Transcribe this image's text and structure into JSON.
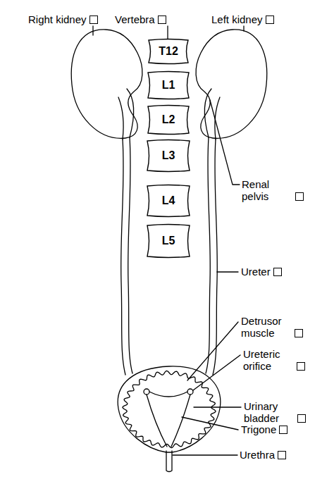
{
  "diagram": {
    "nodes": [
      {
        "text": [
          "T12"
        ]
      },
      {
        "text": [
          "L1"
        ]
      },
      {
        "text": [
          "L2"
        ]
      },
      {
        "text": [
          "L3"
        ]
      },
      {
        "text": [
          "L4"
        ]
      },
      {
        "text": [
          "L5"
        ]
      }
    ],
    "labels": [
      "Right kidney",
      "Vertebra",
      "Left kidney",
      "Renal pelvis",
      "Ureter",
      "Detrusor muscle",
      "Ureteric orifice",
      "Urinary bladder",
      "Trigone",
      "Urethra"
    ]
  }
}
